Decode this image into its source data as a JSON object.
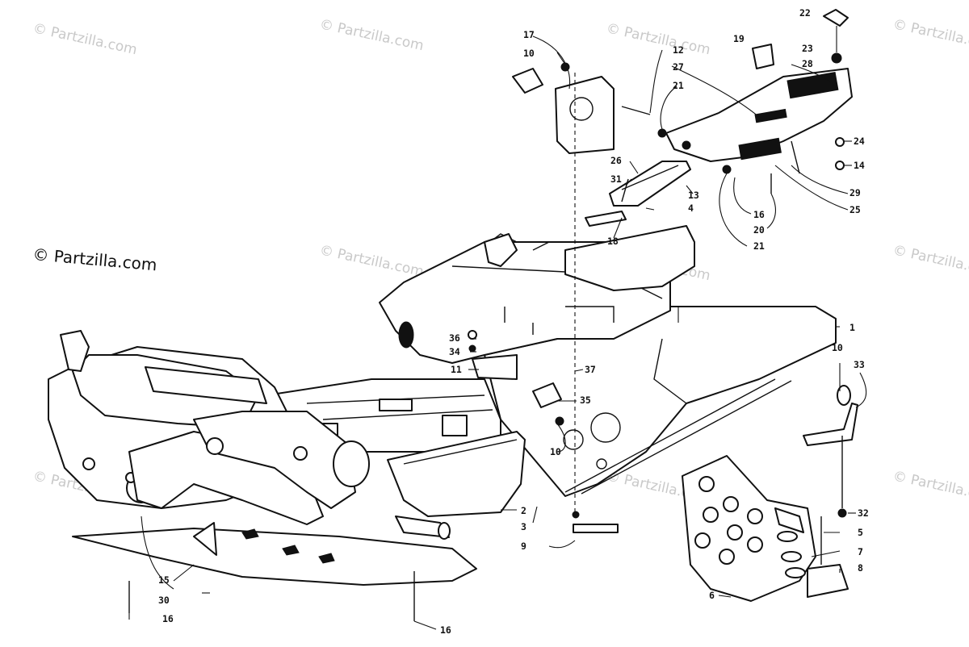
{
  "copyright": "© Partzilla.com",
  "watermark": "© Partzilla.com",
  "callouts": [
    "1",
    "2",
    "3",
    "4",
    "5",
    "6",
    "7",
    "8",
    "9",
    "10",
    "10",
    "10",
    "11",
    "12",
    "13",
    "14",
    "15",
    "16",
    "16",
    "16",
    "17",
    "18",
    "19",
    "20",
    "21",
    "21",
    "22",
    "23",
    "24",
    "25",
    "26",
    "27",
    "28",
    "29",
    "30",
    "31",
    "32",
    "33",
    "34",
    "35",
    "36",
    "37"
  ]
}
